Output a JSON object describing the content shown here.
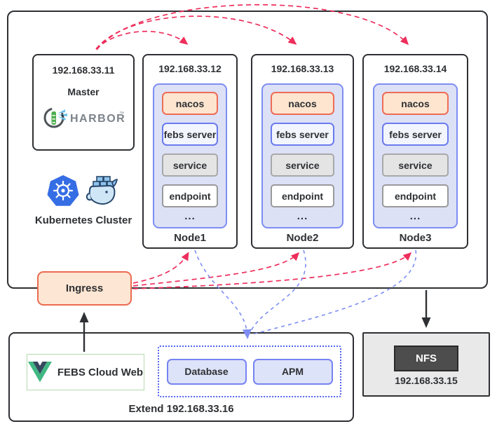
{
  "cluster": {
    "label": "Kubernetes Cluster",
    "master": {
      "ip": "192.168.33.11",
      "role": "Master",
      "registry": "HARBOR",
      "registry_tm": "™"
    },
    "nodes": [
      {
        "ip": "192.168.33.12",
        "name": "Node1",
        "pods": [
          "nacos",
          "febs server",
          "service",
          "endpoint"
        ],
        "more": "..."
      },
      {
        "ip": "192.168.33.13",
        "name": "Node2",
        "pods": [
          "nacos",
          "febs server",
          "service",
          "endpoint"
        ],
        "more": "..."
      },
      {
        "ip": "192.168.33.14",
        "name": "Node3",
        "pods": [
          "nacos",
          "febs server",
          "service",
          "endpoint"
        ],
        "more": "..."
      }
    ]
  },
  "ingress": {
    "label": "Ingress"
  },
  "extend": {
    "label": "Extend 192.168.33.16",
    "web": {
      "label": "FEBS Cloud Web"
    },
    "shared": [
      {
        "label": "Database"
      },
      {
        "label": "APM"
      }
    ]
  },
  "nfs": {
    "label": "NFS",
    "ip": "192.168.33.15"
  },
  "colors": {
    "arrow_red": "#ee2e5c",
    "arrow_blue": "#7d8df2",
    "arrow_black": "#2e3033",
    "nacos_fill": "#fde5cf",
    "nacos_border": "#ef6c55",
    "pod_panel_fill": "#dce1f6",
    "pod_panel_border": "#7d8df2",
    "ingress_fill": "#fde6d3",
    "ingress_border": "#ec6a50",
    "kubernetes_blue": "#356de5",
    "vue_green": "#41b883",
    "vue_dark": "#35495e",
    "nfs_dark": "#4d4d4d"
  }
}
